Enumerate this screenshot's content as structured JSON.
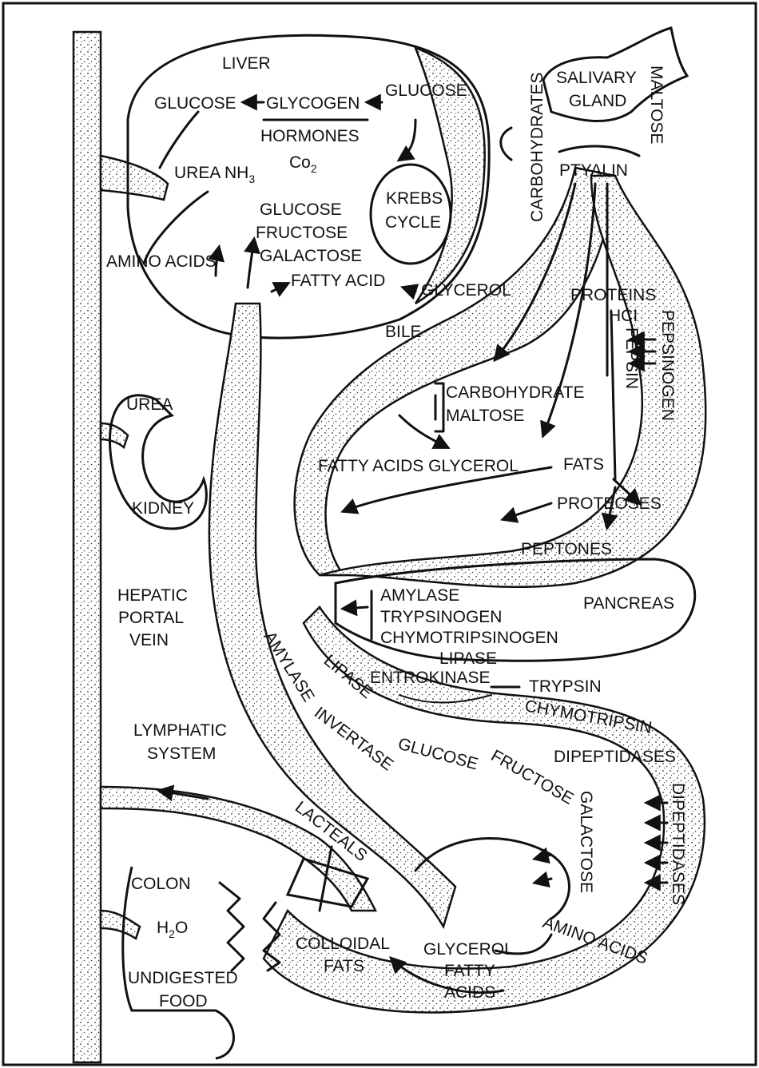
{
  "labels": {
    "liver": "LIVER",
    "glucose_1": "GLUCOSE",
    "glycogen": "GLYCOGEN",
    "glucose_2": "GLUCOSE",
    "hormones": "HORMONES",
    "co2_main": "Co",
    "co2_sub": "2",
    "urea_nh3_main": "UREA NH",
    "urea_nh3_sub": "3",
    "krebs": "KREBS",
    "cycle": "CYCLE",
    "glucose_3": "GLUCOSE",
    "fructose_1": "FRUCTOSE",
    "galactose_1": "GALACTOSE",
    "amino_acids_1": "AMINO ACIDS",
    "fatty_acid": "FATTY ACID",
    "glycerol_1": "GLYCEROL",
    "bile": "BILE",
    "carbohydrates": "CARBOHYDRATES",
    "salivary": "SALIVARY",
    "gland": "GLAND",
    "maltose_1": "MALTOSE",
    "ptyalin": "PTYALIN",
    "proteins": "PROTEINS",
    "hci": "HCI",
    "pepsin": "PEPSIN",
    "pepsinogen": "PEPSINOGEN",
    "carbohydrate": "CARBOHYDRATE",
    "maltose_2": "MALTOSE",
    "fatty_acids_glycerol": "FATTY ACIDS GLYCEROL",
    "fats": "FATS",
    "proteoses": "PROTEOSES",
    "peptones": "PEPTONES",
    "urea": "UREA",
    "kidney": "KIDNEY",
    "hepatic": "HEPATIC",
    "portal": "PORTAL",
    "vein": "VEIN",
    "amylase_1": "AMYLASE",
    "trypsinogen": "TRYPSINOGEN",
    "chymotripsinogen": "CHYMOTRIPSINOGEN",
    "lipase_1": "LIPASE",
    "pancreas": "PANCREAS",
    "amylase_2": "AMYLASE",
    "lipase_2": "LIPASE",
    "entrokinase": "ENTROKINASE",
    "trypsin": "TRYPSIN",
    "chymotripsin": "CHYMOTRIPSIN",
    "invertase": "INVERTASE",
    "glucose_4": "GLUCOSE",
    "fructose_2": "FRUCTOSE",
    "dipeptidases_1": "DIPEPTIDASES",
    "dipeptidases_2": "DIPEPTIDASES",
    "galactose_2": "GALACTOSE",
    "lymphatic": "LYMPHATIC",
    "system": "SYSTEM",
    "lacteals": "LACTEALS",
    "colon": "COLON",
    "h2o_main": "H",
    "h2o_sub": "2",
    "h2o_end": "O",
    "undigested": "UNDIGESTED",
    "food": "FOOD",
    "colloidal": "COLLOIDAL",
    "fats_2": "FATS",
    "glycerol_2": "GLYCEROL",
    "fatty": "FATTY",
    "acids": "ACIDS",
    "amino_acids_2": "AMINO ACIDS"
  }
}
